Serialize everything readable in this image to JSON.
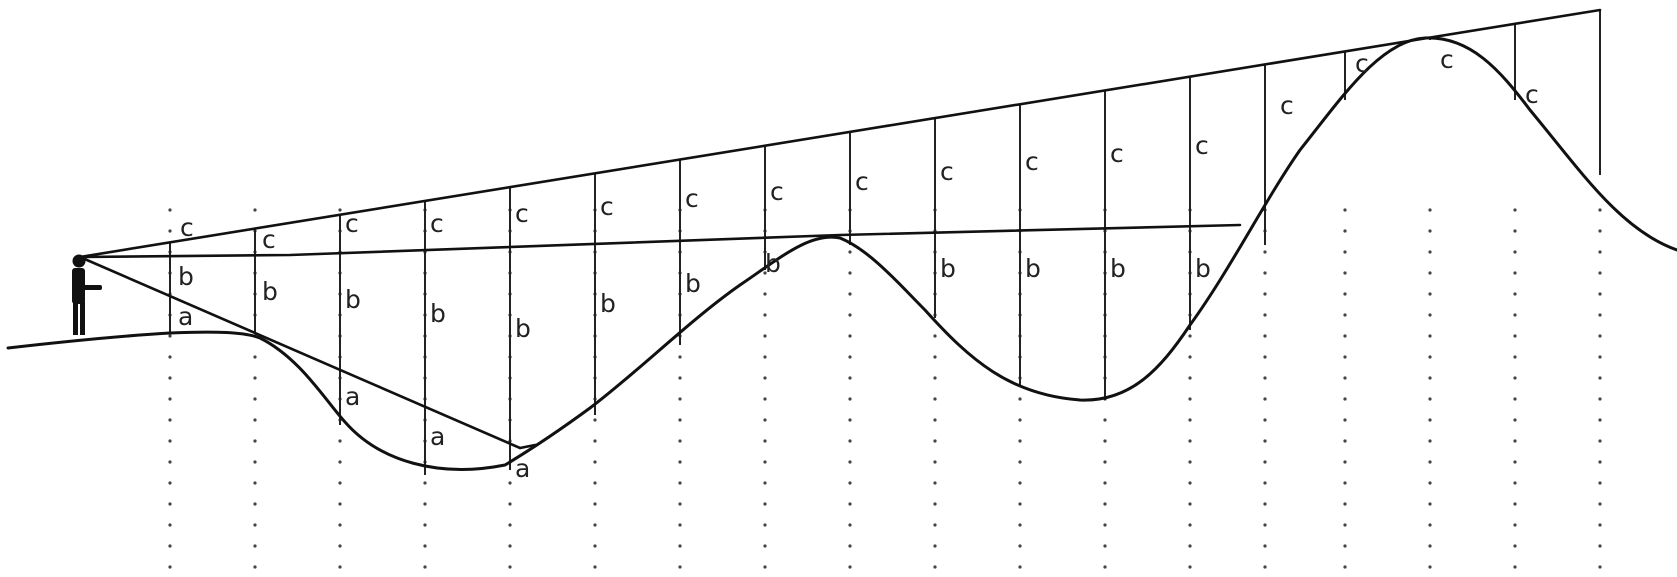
{
  "labels": {
    "a": "a",
    "b": "b",
    "c": "c"
  },
  "colors": {
    "ink": "#111111",
    "background": "#ffffff"
  }
}
